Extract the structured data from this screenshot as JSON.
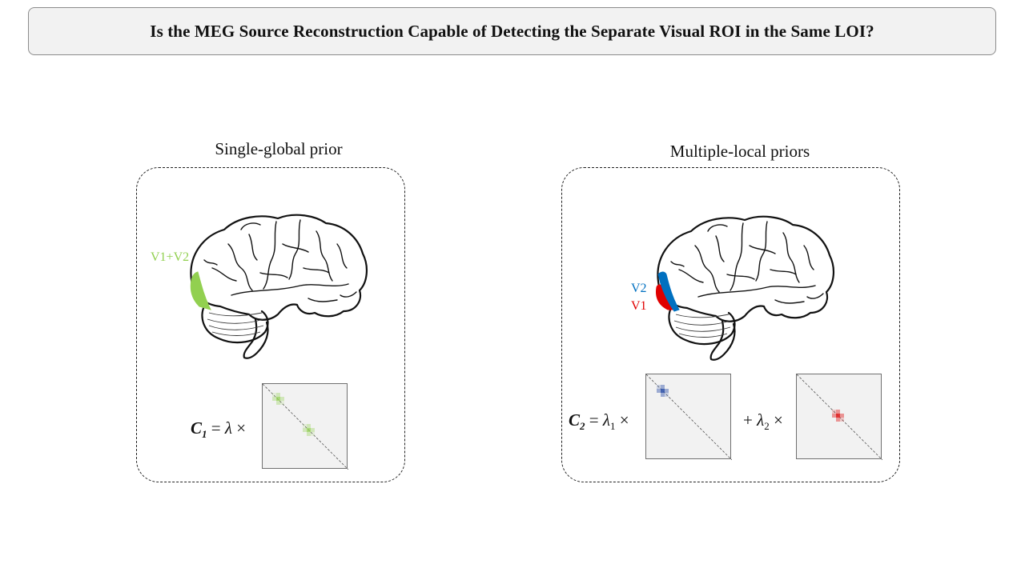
{
  "header": {
    "title": "Is the MEG Source Reconstruction Capable of Detecting the Separate Visual ROI in the Same LOI?"
  },
  "left_panel": {
    "title": "Single-global prior",
    "roi_label": "V1+V2",
    "eq_symbol": "C",
    "eq_sub": "1",
    "eq_op": "=",
    "eq_lambda": "λ",
    "eq_times": "×"
  },
  "right_panel": {
    "title": "Multiple-local priors",
    "roi_label_v2": "V2",
    "roi_label_v1": "V1",
    "eq_symbol": "C",
    "eq_sub": "2",
    "eq_op": "=",
    "eq_lambda1": "λ",
    "eq_lambda1_sub": "1",
    "eq_times1": "×",
    "eq_plus": "+",
    "eq_lambda2": "λ",
    "eq_lambda2_sub": "2",
    "eq_times2": "×"
  },
  "colors": {
    "combined_roi": "#92d050",
    "v1": "#e00000",
    "v2": "#0070c0",
    "matrix_bg": "#f2f2f2"
  }
}
